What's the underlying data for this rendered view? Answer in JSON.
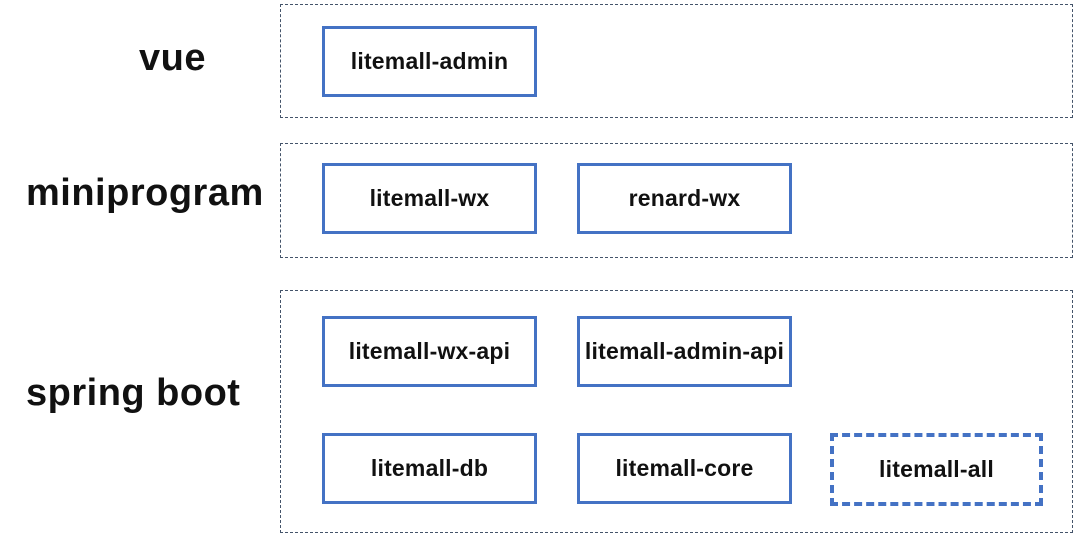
{
  "diagram": {
    "title_hint": "litemall project architecture",
    "colors": {
      "box_border": "#4472C4",
      "group_border": "#44546A",
      "text": "#111111",
      "background": "#ffffff"
    },
    "rows": [
      {
        "label": "vue",
        "modules": [
          {
            "name": "litemall-admin",
            "border": "solid"
          }
        ]
      },
      {
        "label": "miniprogram",
        "modules": [
          {
            "name": "litemall-wx",
            "border": "solid"
          },
          {
            "name": "renard-wx",
            "border": "solid"
          }
        ]
      },
      {
        "label": "spring boot",
        "modules": [
          {
            "name": "litemall-wx-api",
            "border": "solid"
          },
          {
            "name": "litemall-admin-api",
            "border": "solid"
          },
          {
            "name": "litemall-db",
            "border": "solid"
          },
          {
            "name": "litemall-core",
            "border": "solid"
          },
          {
            "name": "litemall-all",
            "border": "dashed"
          }
        ]
      }
    ]
  }
}
